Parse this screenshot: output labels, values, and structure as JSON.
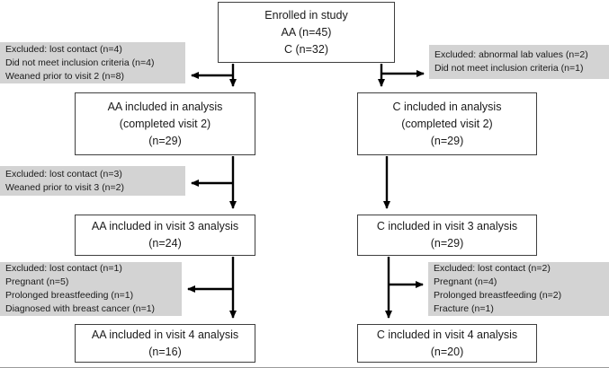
{
  "colors": {
    "box_background": "#ffffff",
    "box_border": "#3f3f3f",
    "exclusion_background": "#d3d3d3",
    "arrow": "#000000",
    "text": "#1a1a1a"
  },
  "boxes": {
    "enrolled": {
      "lines": [
        "Enrolled in study",
        "AA (n=45)",
        "C (n=32)"
      ]
    },
    "aa_visit2": {
      "lines": [
        "AA included in analysis",
        "(completed visit 2)",
        "(n=29)"
      ]
    },
    "c_visit2": {
      "lines": [
        "C included in analysis",
        "(completed visit 2)",
        "(n=29)"
      ]
    },
    "aa_visit3": {
      "lines": [
        "AA included in visit 3 analysis",
        "(n=24)"
      ]
    },
    "c_visit3": {
      "lines": [
        "C included in visit 3 analysis",
        "(n=29)"
      ]
    },
    "aa_visit4": {
      "lines": [
        "AA included in visit 4 analysis",
        "(n=16)"
      ]
    },
    "c_visit4": {
      "lines": [
        "C included in visit 4 analysis",
        "(n=20)"
      ]
    }
  },
  "exclusions": {
    "left1": {
      "lines": [
        "Excluded: lost contact (n=4)",
        "Did not meet inclusion criteria (n=4)",
        "Weaned prior to visit 2 (n=8)"
      ]
    },
    "right1": {
      "lines": [
        "Excluded: abnormal lab values (n=2)",
        "Did not meet inclusion criteria (n=1)"
      ]
    },
    "left2": {
      "lines": [
        "Excluded: lost contact (n=3)",
        "Weaned prior to visit 3 (n=2)"
      ]
    },
    "left3": {
      "lines": [
        "Excluded: lost contact (n=1)",
        "Pregnant (n=5)",
        "Prolonged breastfeeding (n=1)",
        "Diagnosed with breast cancer (n=1)"
      ]
    },
    "right2": {
      "lines": [
        "Excluded: lost contact (n=2)",
        "Pregnant (n=4)",
        "Prolonged breastfeeding (n=2)",
        "Fracture (n=1)"
      ]
    }
  }
}
